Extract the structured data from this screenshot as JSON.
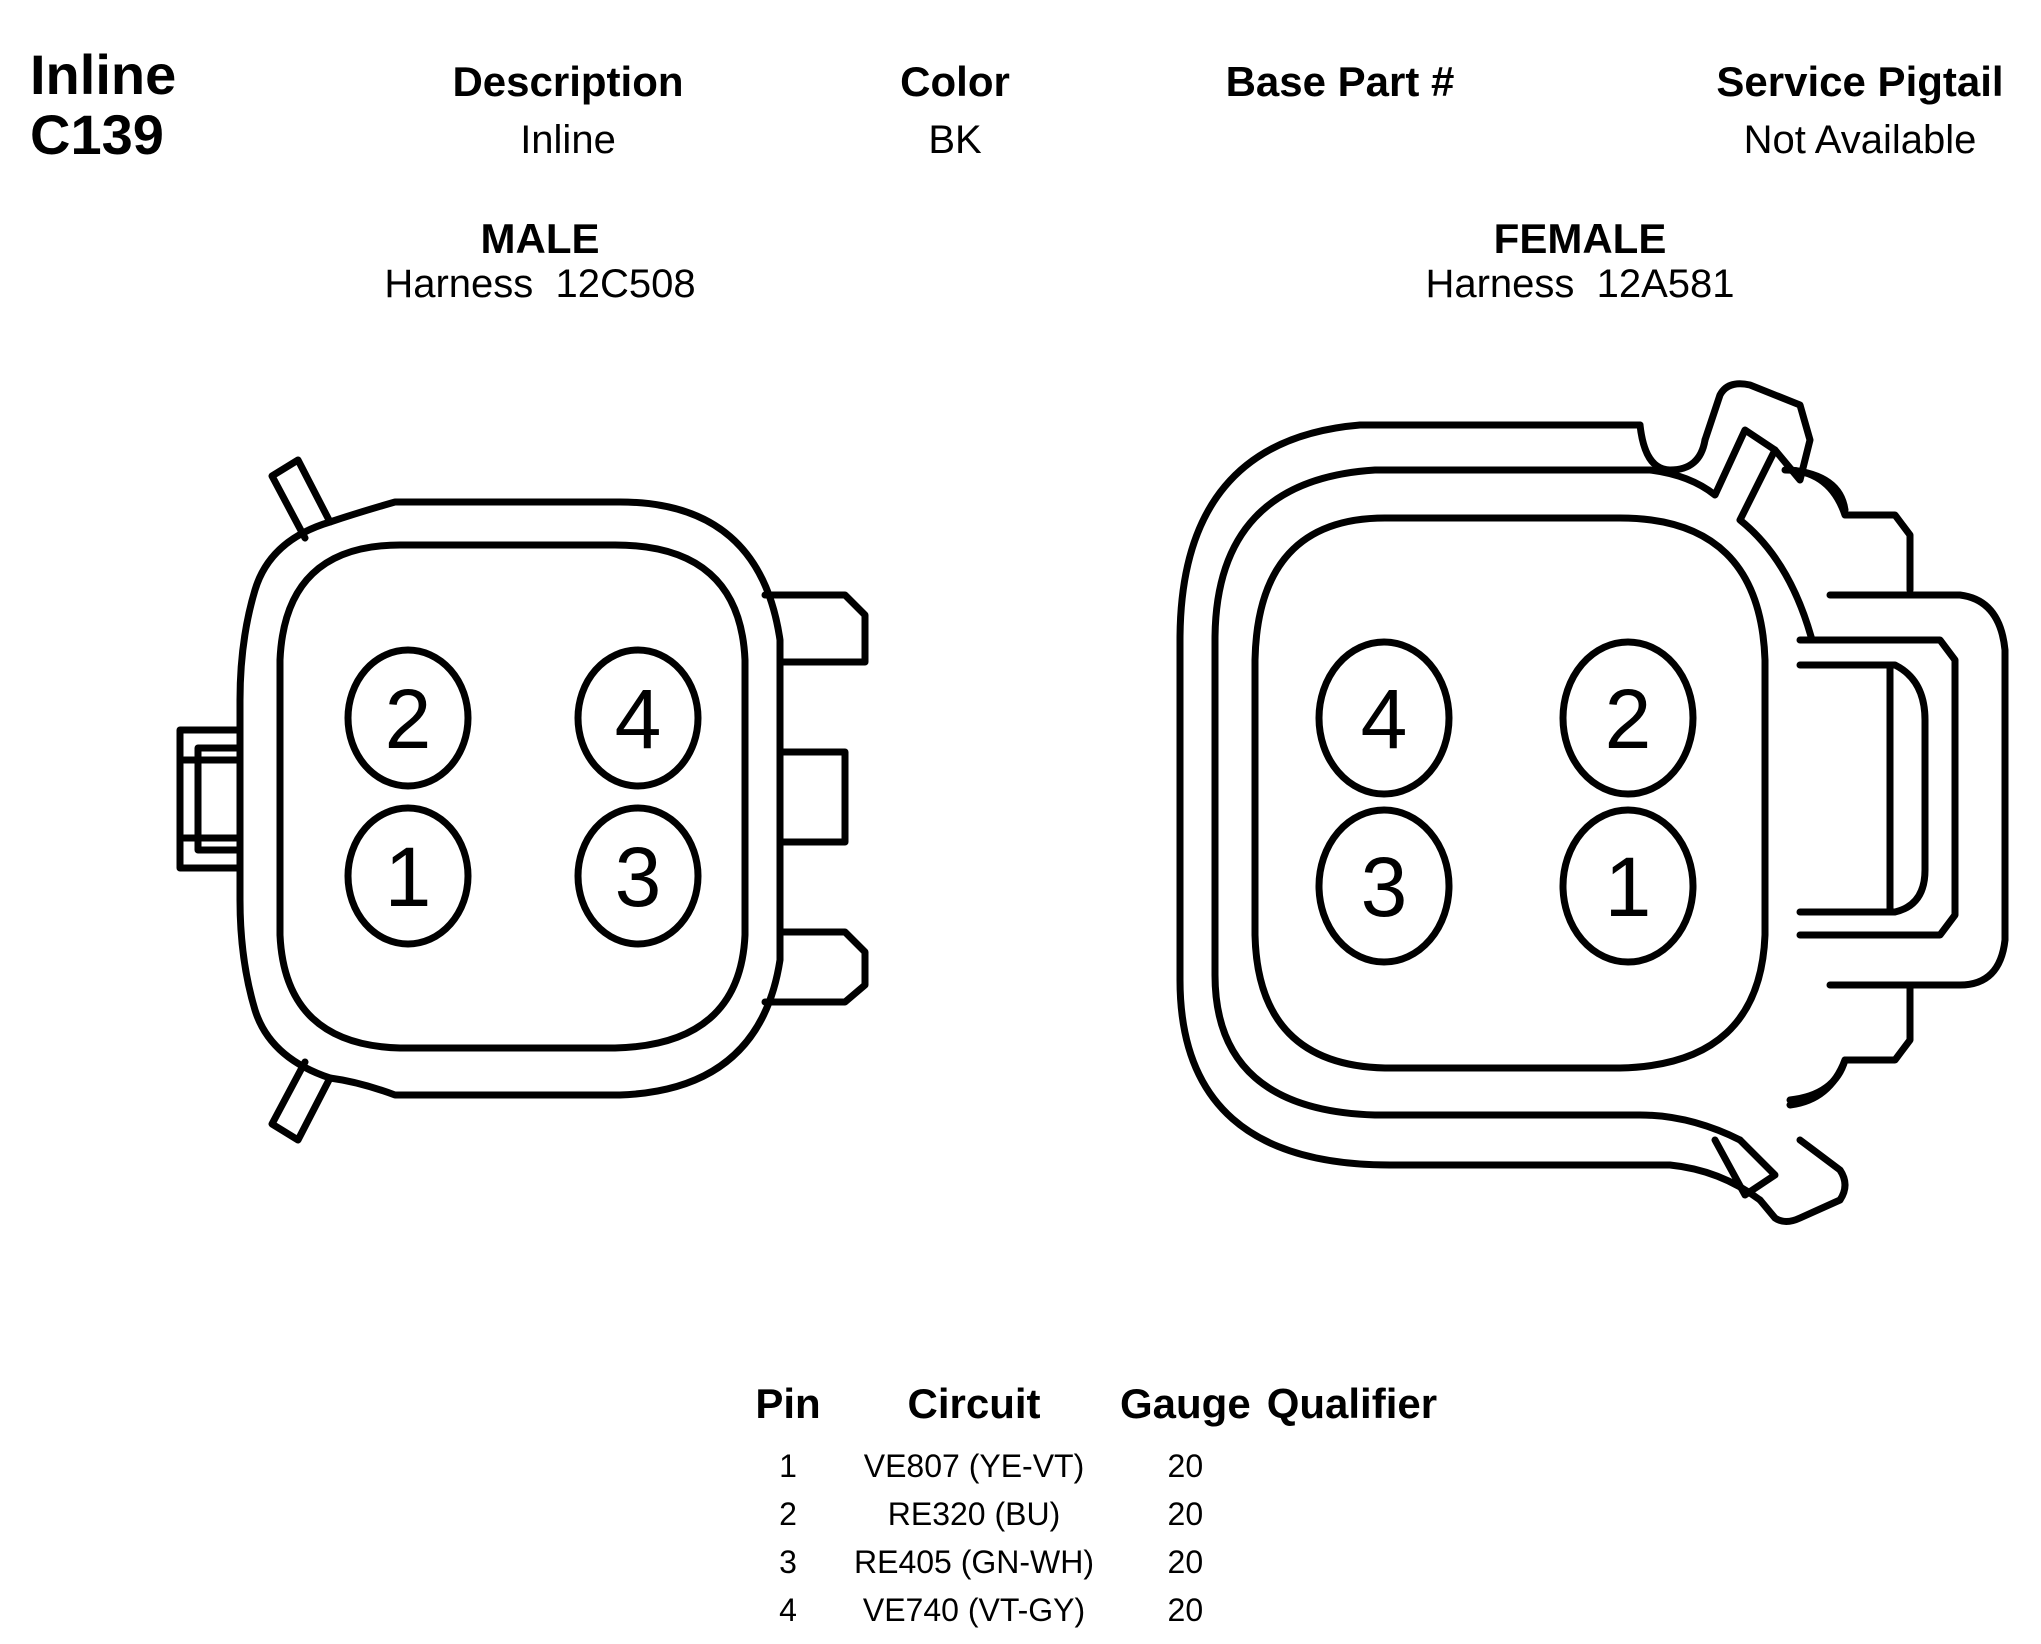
{
  "connector": {
    "title_line1": "Inline",
    "title_line2": "C139"
  },
  "header": {
    "description_label": "Description",
    "description_value": "Inline",
    "color_label": "Color",
    "color_value": "BK",
    "base_part_label": "Base Part #",
    "base_part_value": "",
    "service_pigtail_label": "Service Pigtail",
    "service_pigtail_value": "Not Available"
  },
  "male": {
    "title": "MALE",
    "harness": "Harness  12C508",
    "pins": [
      "2",
      "4",
      "1",
      "3"
    ]
  },
  "female": {
    "title": "FEMALE",
    "harness": "Harness  12A581",
    "pins": [
      "4",
      "2",
      "3",
      "1"
    ]
  },
  "pin_table": {
    "headers": [
      "Pin",
      "Circuit",
      "Gauge",
      "Qualifier"
    ],
    "rows": [
      {
        "pin": "1",
        "circuit": "VE807 (YE-VT)",
        "gauge": "20",
        "qualifier": ""
      },
      {
        "pin": "2",
        "circuit": "RE320 (BU)",
        "gauge": "20",
        "qualifier": ""
      },
      {
        "pin": "3",
        "circuit": "RE405 (GN-WH)",
        "gauge": "20",
        "qualifier": ""
      },
      {
        "pin": "4",
        "circuit": "VE740 (VT-GY)",
        "gauge": "20",
        "qualifier": ""
      }
    ]
  }
}
